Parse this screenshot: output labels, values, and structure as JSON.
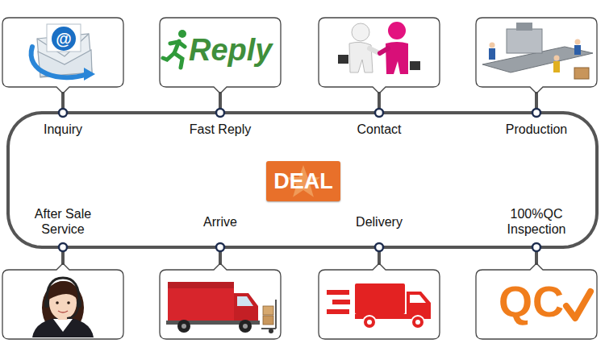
{
  "diagram": {
    "nodes": [
      {
        "text": [
          "Inquiry"
        ]
      },
      {
        "text": [
          "Fast Reply"
        ]
      },
      {
        "text": [
          "Contact"
        ]
      },
      {
        "text": [
          "Production"
        ]
      },
      {
        "text": [
          "DEAL"
        ]
      },
      {
        "text": [
          "After Sale Service"
        ]
      },
      {
        "text": [
          "Arrive"
        ]
      },
      {
        "text": [
          "Delivery"
        ]
      },
      {
        "text": [
          "100%QC Inspection"
        ]
      }
    ],
    "edges": [
      {
        "from": 0,
        "to": 1,
        "arrow": "none"
      },
      {
        "from": 1,
        "to": 2,
        "arrow": "none"
      },
      {
        "from": 2,
        "to": 3,
        "arrow": "none"
      },
      {
        "from": 3,
        "to": 8,
        "arrow": "none"
      },
      {
        "from": 8,
        "to": 7,
        "arrow": "none"
      },
      {
        "from": 7,
        "to": 6,
        "arrow": "none"
      },
      {
        "from": 6,
        "to": 5,
        "arrow": "none"
      },
      {
        "from": 5,
        "to": 0,
        "arrow": "none"
      }
    ],
    "labels": [
      "@",
      "Reply",
      "QC"
    ]
  }
}
